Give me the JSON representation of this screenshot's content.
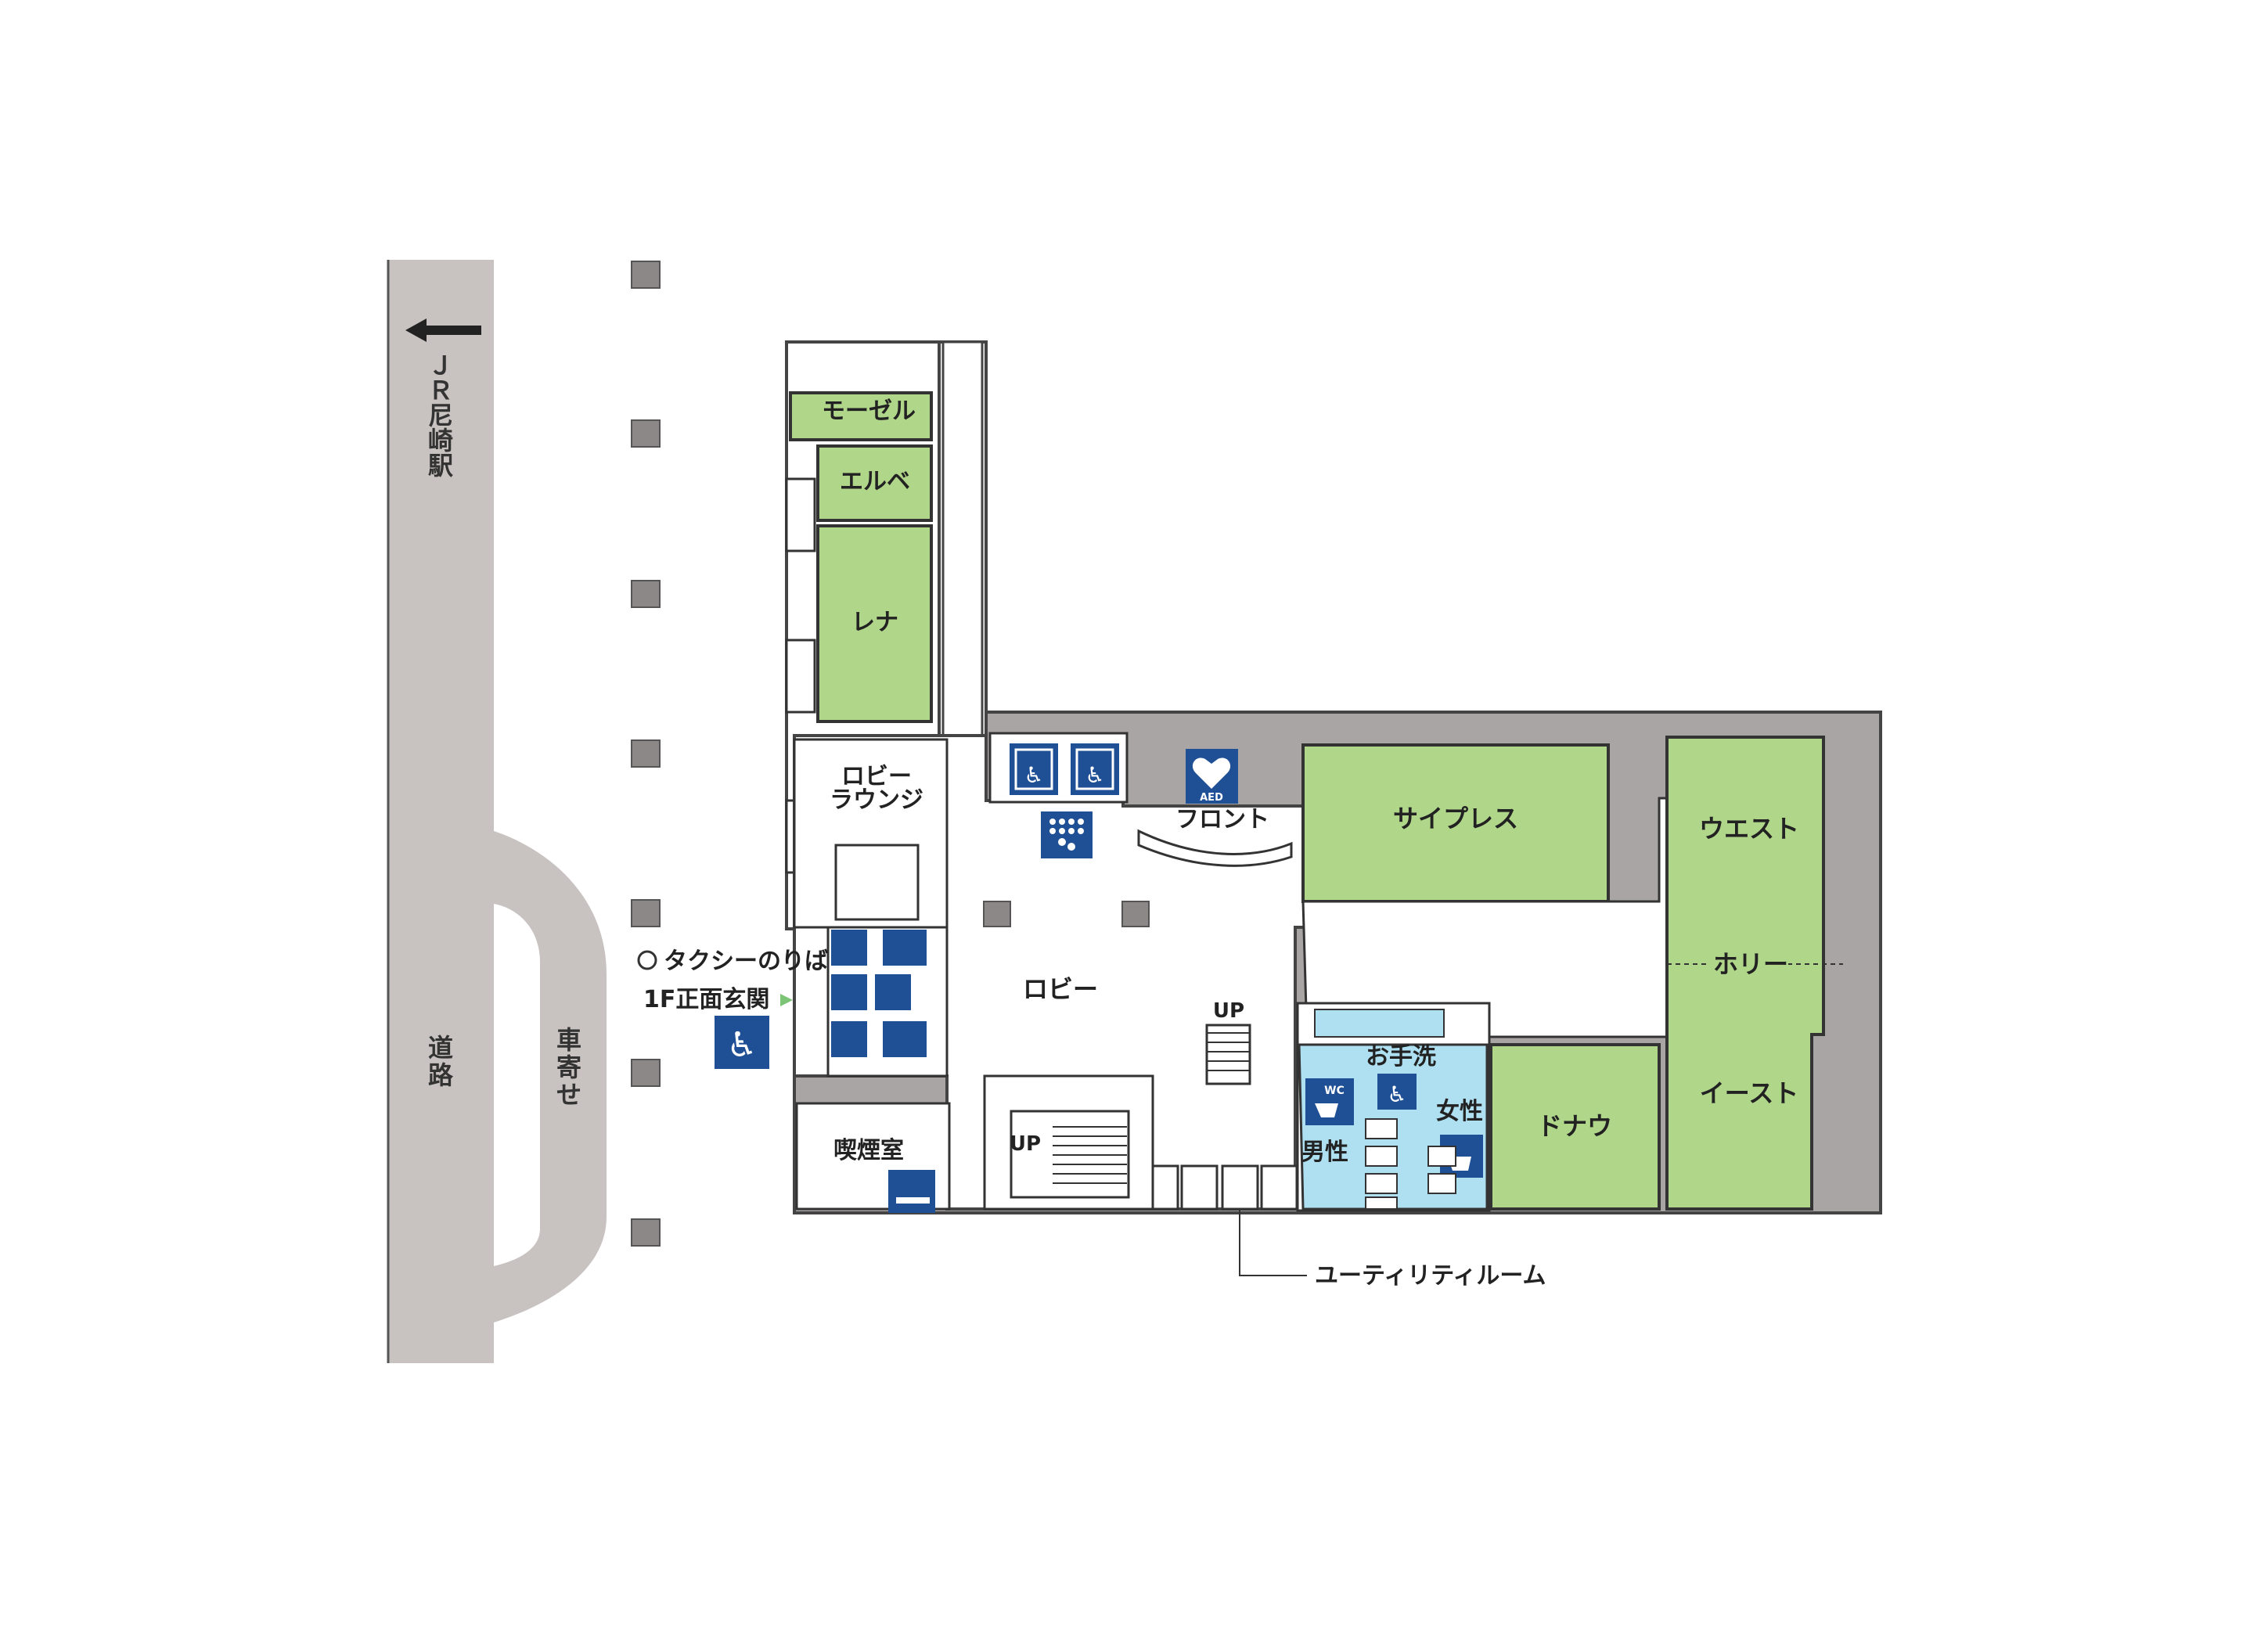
{
  "labels": {
    "station": "ＪＲ尼崎駅",
    "road": "道路",
    "carpark": "車寄せ",
    "room_mosel": "モーゼル",
    "room_elbe": "エルベ",
    "room_lena": "レナ",
    "lobby_lounge_1": "ロビー",
    "lobby_lounge_2": "ラウンジ",
    "front": "フロント",
    "room_cypress": "サイプレス",
    "room_west": "ウエスト",
    "room_holly": "ホリー",
    "room_east": "イースト",
    "room_donau": "ドナウ",
    "lobby": "ロビー",
    "up1": "UP",
    "up2": "UP",
    "restroom": "お手洗",
    "male": "男性",
    "female": "女性",
    "smoking": "喫煙室",
    "taxi": "タクシーのりば",
    "entrance": "1F正面玄関",
    "utility": "ユーティリティルーム",
    "aed": "AED",
    "wc": "WC"
  },
  "colors": {
    "room": "#b0d68a",
    "wall": "#a9a5a4",
    "road": "#c8c2c0",
    "restroom": "#aee0f2",
    "icon": "#1f4f95",
    "entrance_arrow": "#7cc576"
  },
  "icons": [
    "elevator-icon",
    "accessible-icon",
    "aed-icon",
    "braille-icon",
    "automatic-door-icon",
    "restroom-icon",
    "smoking-icon",
    "wc-icon"
  ]
}
